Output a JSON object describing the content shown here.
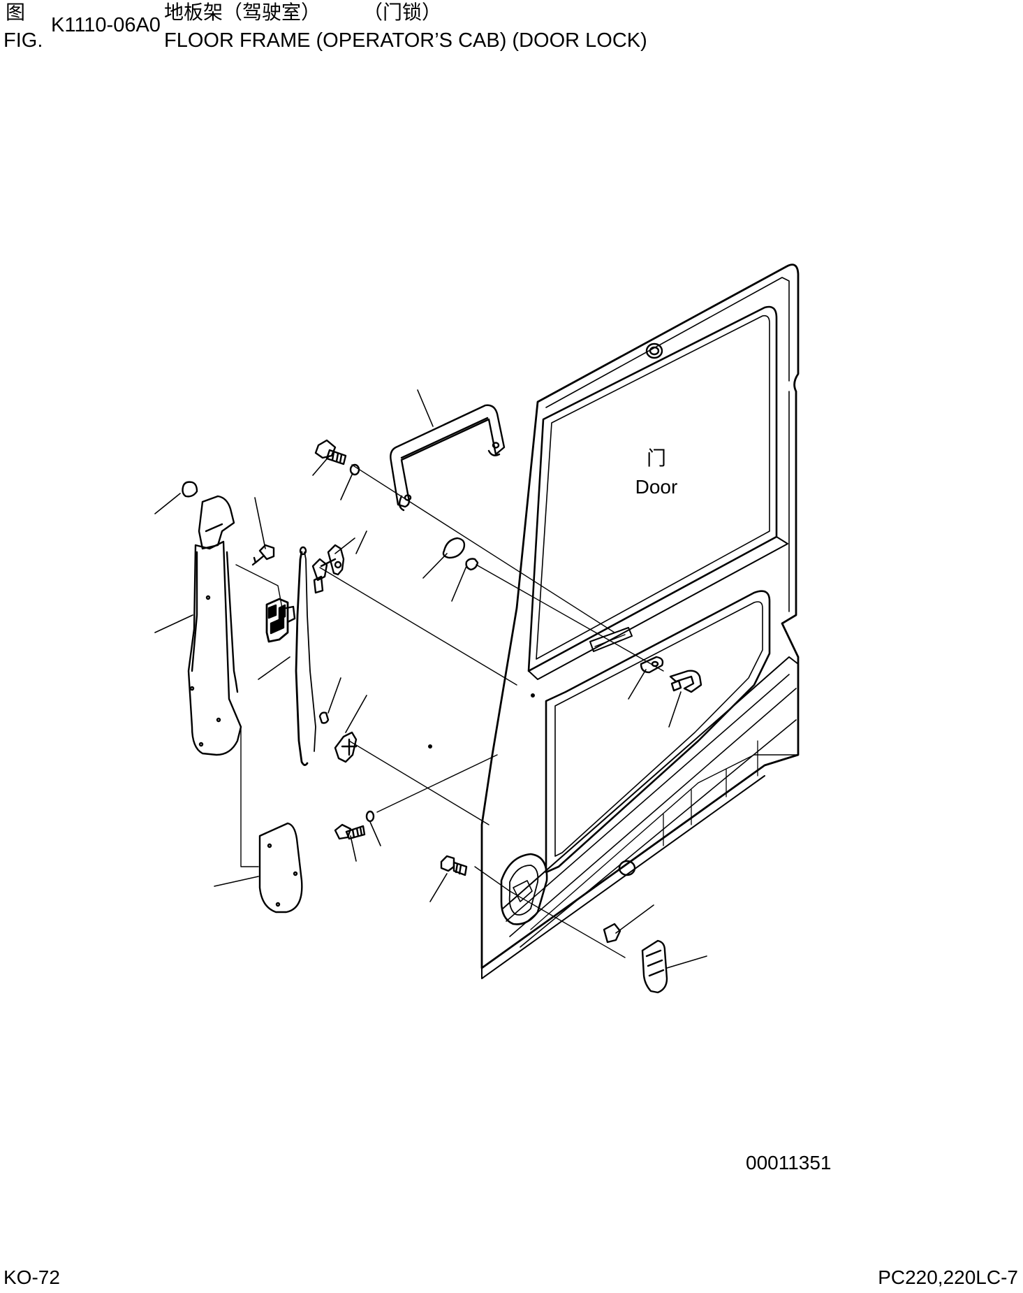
{
  "header": {
    "fig_label_cn": "图",
    "fig_label_en": "FIG.",
    "fig_number": "K1110-06A0",
    "title_cn_main": "地板架（驾驶室）",
    "title_cn_sub": "（门锁）",
    "title_en": "FLOOR FRAME (OPERATOR’S CAB) (DOOR LOCK)"
  },
  "diagram": {
    "door_label_cn": "门",
    "door_label_en": "Door",
    "drawing_number": "00011351"
  },
  "footer": {
    "page_code": "KO-72",
    "model": "PC220,220LC-7"
  }
}
